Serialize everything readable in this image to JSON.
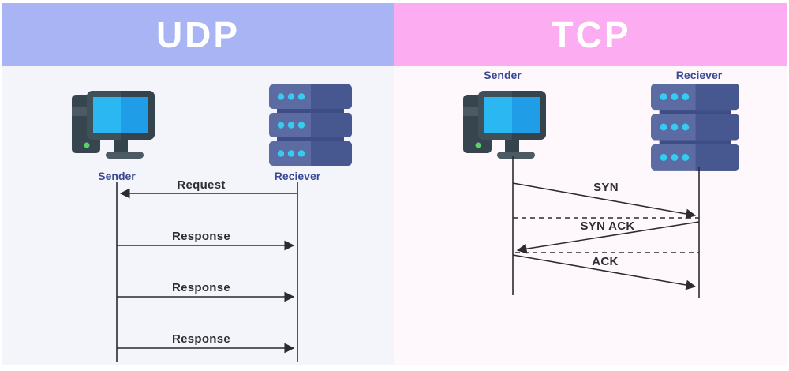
{
  "udp": {
    "title": "UDP",
    "sender_label": "Sender",
    "receiver_label": "Reciever",
    "messages": [
      {
        "label": "Request",
        "from": "receiver",
        "to": "sender",
        "style": "solid"
      },
      {
        "label": "Response",
        "from": "sender",
        "to": "receiver",
        "style": "solid"
      },
      {
        "label": "Response",
        "from": "sender",
        "to": "receiver",
        "style": "solid"
      },
      {
        "label": "Response",
        "from": "sender",
        "to": "receiver",
        "style": "solid"
      }
    ]
  },
  "tcp": {
    "title": "TCP",
    "sender_label": "Sender",
    "receiver_label": "Reciever",
    "messages": [
      {
        "label": "SYN",
        "from": "sender",
        "to": "receiver",
        "style": "solid-diagonal"
      },
      {
        "label": "SYN ACK",
        "from": "receiver",
        "to": "sender",
        "style": "solid-diagonal"
      },
      {
        "label": "ACK",
        "from": "sender",
        "to": "receiver",
        "style": "solid-diagonal"
      }
    ]
  },
  "icons": {
    "sender": "desktop-computer-icon",
    "receiver": "server-rack-icon"
  },
  "colors": {
    "udp_header": "#a8b4f3",
    "tcp_header": "#fcadf2",
    "udp_body": "#f3f5fa",
    "tcp_body": "#fef8fd",
    "title_text": "#ffffff",
    "actor_label_text": "#3a4992",
    "message_text": "#2d2d33",
    "line": "#2b2b30",
    "computer_dark": "#37464e",
    "computer_screen_left": "#2ab7f2",
    "computer_screen_right": "#1f9de6",
    "computer_power_led": "#5dd06d",
    "server_left": "#5c6ca3",
    "server_right": "#47578f",
    "server_connector": "#3e4d85",
    "server_dots": "#36ccf1"
  }
}
